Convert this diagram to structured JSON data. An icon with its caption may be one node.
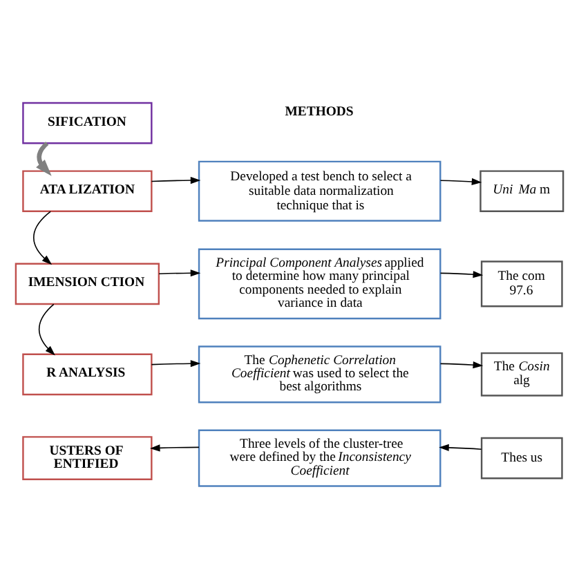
{
  "diagram": {
    "nodes": [
      {
        "text": [
          "SIFICATION"
        ]
      },
      {
        "text": [
          "ATA LIZATION"
        ]
      },
      {
        "text": [
          "Developed a test bench to select a suitable data normalization technique that is"
        ]
      },
      {
        "text": [
          "*Uni* *Ma* m"
        ]
      },
      {
        "text": [
          "IMENSION CTION"
        ]
      },
      {
        "text": [
          "*Principal Component Analyses* applied to determine how many principal components needed to explain variance in data"
        ]
      },
      {
        "text": [
          "The com 97.6"
        ]
      },
      {
        "text": [
          "R ANALYSIS"
        ]
      },
      {
        "text": [
          "The *Cophenetic Correlation Coefficient* was used to select the best algorithms"
        ]
      },
      {
        "text": [
          "The *Cosin* alg"
        ]
      },
      {
        "text": [
          "USTERS OF ENTIFIED"
        ]
      },
      {
        "text": [
          "Three levels of the cluster-tree were defined by the *Inconsistency Coefficient*"
        ]
      },
      {
        "text": [
          "Thes us"
        ]
      }
    ],
    "edges": [
      {
        "from": 0,
        "to": 1,
        "arrow": "to",
        "style": "thick",
        "color": "#808080"
      },
      {
        "from": 1,
        "to": 2,
        "arrow": "to"
      },
      {
        "from": 2,
        "to": 3,
        "arrow": "to"
      },
      {
        "from": 1,
        "to": 4,
        "arrow": "to"
      },
      {
        "from": 4,
        "to": 5,
        "arrow": "to"
      },
      {
        "from": 5,
        "to": 6,
        "arrow": "to"
      },
      {
        "from": 4,
        "to": 7,
        "arrow": "to"
      },
      {
        "from": 7,
        "to": 8,
        "arrow": "to"
      },
      {
        "from": 8,
        "to": 9,
        "arrow": "to"
      },
      {
        "from": 12,
        "to": 11,
        "arrow": "to"
      },
      {
        "from": 11,
        "to": 10,
        "arrow": "to"
      }
    ],
    "labels": [
      "METHODS"
    ]
  }
}
